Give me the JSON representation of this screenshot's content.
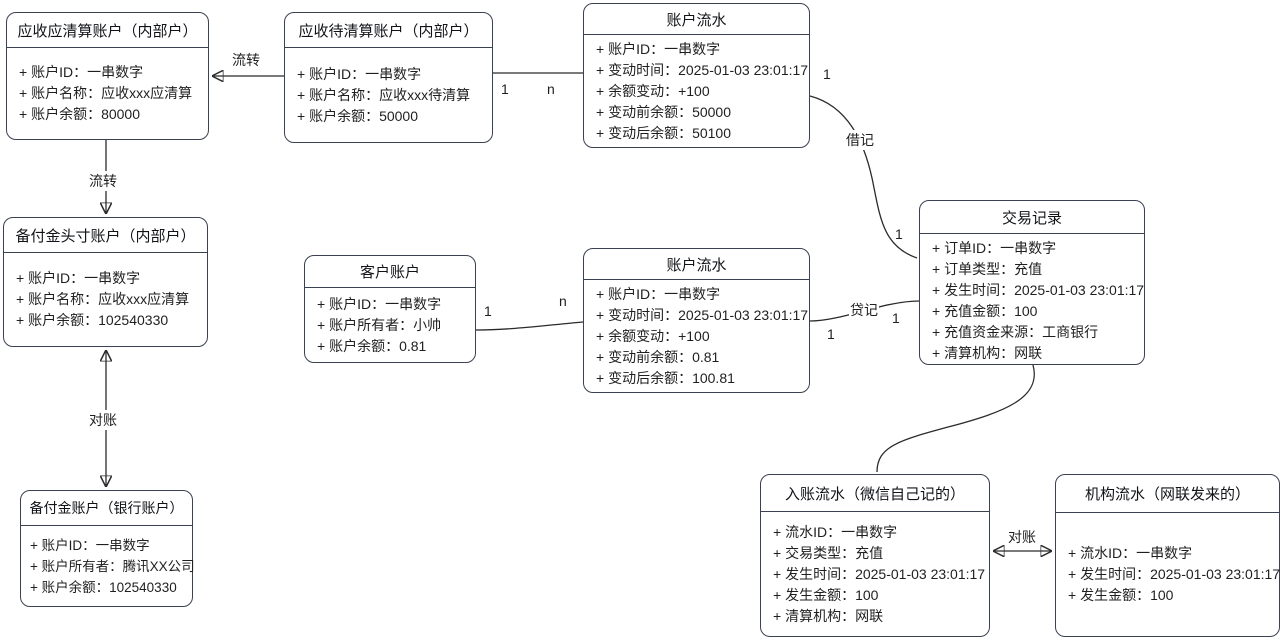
{
  "diagram": {
    "nodes": [
      {
        "id": "receivable-to-clear-account",
        "title": "应收应清算账户（内部户）",
        "attrs": [
          "+ 账户ID：一串数字",
          "+ 账户名称：应收xxx应清算",
          "+ 账户余额：80000"
        ]
      },
      {
        "id": "receivable-pending-clear-account",
        "title": "应收待清算账户（内部户）",
        "attrs": [
          "+ 账户ID：一串数字",
          "+ 账户名称：应收xxx待清算",
          "+ 账户余额：50000"
        ]
      },
      {
        "id": "account-statement-top",
        "title": "账户流水",
        "attrs": [
          "+ 账户ID：一串数字",
          "+ 变动时间：2025-01-03 23:01:17",
          "+ 余额变动：+100",
          "+ 变动前余额：50000",
          "+ 变动后余额：50100"
        ]
      },
      {
        "id": "reserve-position-account",
        "title": "备付金头寸账户（内部户）",
        "attrs": [
          "+ 账户ID：一串数字",
          "+ 账户名称：应收xxx应清算",
          "+ 账户余额：102540330"
        ]
      },
      {
        "id": "reserve-bank-account",
        "title": "备付金账户（银行账户）",
        "attrs": [
          "+ 账户ID：一串数字",
          "+ 账户所有者：腾讯XX公司",
          "+ 账户余额：102540330"
        ]
      },
      {
        "id": "customer-account",
        "title": "客户账户",
        "attrs": [
          "+ 账户ID：一串数字",
          "+ 账户所有者：小帅",
          "+ 账户余额：0.81"
        ]
      },
      {
        "id": "account-statement-mid",
        "title": "账户流水",
        "attrs": [
          "+ 账户ID：一串数字",
          "+ 变动时间：2025-01-03 23:01:17",
          "+ 余额变动：+100",
          "+ 变动前余额：0.81",
          "+ 变动后余额：100.81"
        ]
      },
      {
        "id": "transaction-record",
        "title": "交易记录",
        "attrs": [
          "+ 订单ID：一串数字",
          "+ 订单类型：充值",
          "+ 发生时间：2025-01-03 23:01:17",
          "+ 充值金额：100",
          "+ 充值资金来源：工商银行",
          "+ 清算机构：网联"
        ]
      },
      {
        "id": "inbound-statement",
        "title": "入账流水（微信自己记的）",
        "attrs": [
          "+ 流水ID：一串数字",
          "+ 交易类型：充值",
          "+ 发生时间：2025-01-03 23:01:17",
          "+ 发生金额：100",
          "+ 清算机构：网联"
        ]
      },
      {
        "id": "institution-statement",
        "title": "机构流水（网联发来的）",
        "attrs": [
          "+ 流水ID：一串数字",
          "+ 发生时间：2025-01-03 23:01:17",
          "+ 发生金额：100"
        ]
      }
    ],
    "edge_labels": {
      "flow_top": "流转",
      "flow_left": "流转",
      "reconcile_left": "对账",
      "reconcile_bottom": "对账",
      "debit": "借记",
      "credit": "贷记",
      "pending_one": "1",
      "pending_n": "n",
      "debit_src_one": "1",
      "debit_dst_one": "1",
      "customer_one": "1",
      "customer_n": "n",
      "credit_src_one": "1",
      "credit_dst_one": "1"
    },
    "colors": {
      "node_border": "#3a4150",
      "connector": "#2b2b2b",
      "text": "#1f1f1f",
      "background": "#ffffff"
    }
  }
}
